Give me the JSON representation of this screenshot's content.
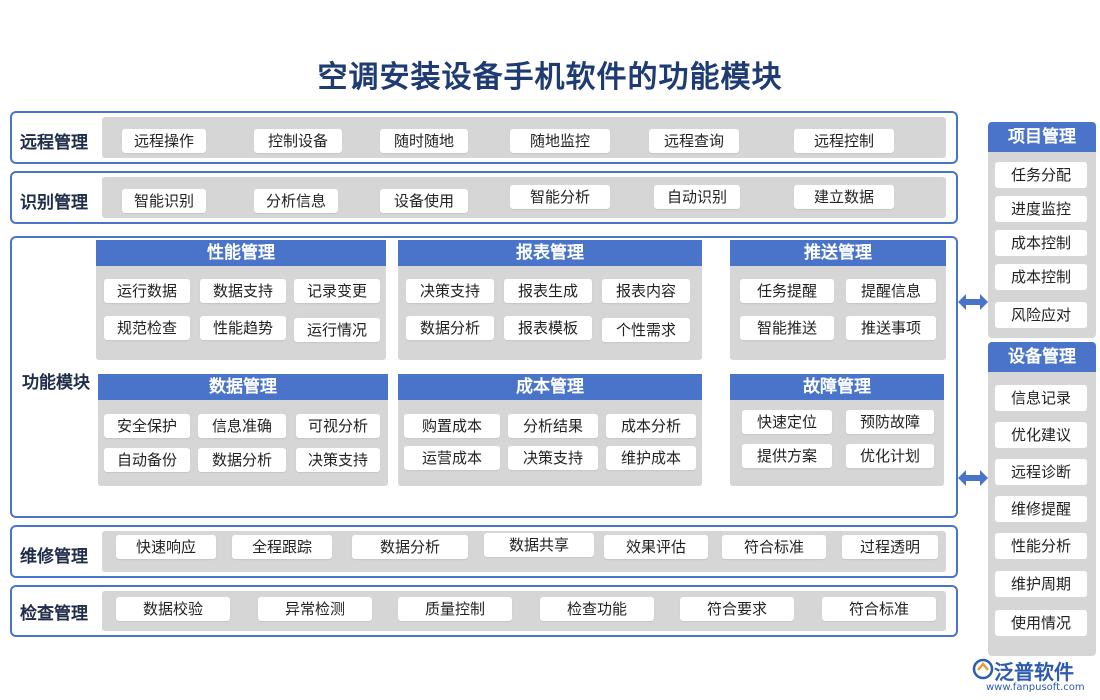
{
  "title": "空调安装设备手机软件的功能模块",
  "rows": {
    "remote": {
      "label": "远程管理",
      "items": [
        "远程操作",
        "控制设备",
        "随时随地",
        "随地监控",
        "远程查询",
        "远程控制"
      ]
    },
    "recognition": {
      "label": "识别管理",
      "items": [
        "智能识别",
        "分析信息",
        "设备使用",
        "智能分析",
        "自动识别",
        "建立数据"
      ]
    },
    "repair": {
      "label": "维修管理",
      "items": [
        "快速响应",
        "全程跟踪",
        "数据分析",
        "数据共享",
        "效果评估",
        "符合标准",
        "过程透明"
      ]
    },
    "inspection": {
      "label": "检查管理",
      "items": [
        "数据校验",
        "异常检测",
        "质量控制",
        "检查功能",
        "符合要求",
        "符合标准"
      ]
    }
  },
  "function_module": {
    "label": "功能模块",
    "groups": [
      {
        "title": "性能管理",
        "items": [
          "运行数据",
          "数据支持",
          "记录变更",
          "规范检查",
          "性能趋势",
          "运行情况"
        ]
      },
      {
        "title": "报表管理",
        "items": [
          "决策支持",
          "报表生成",
          "报表内容",
          "数据分析",
          "报表模板",
          "个性需求"
        ]
      },
      {
        "title": "推送管理",
        "items": [
          "任务提醒",
          "提醒信息",
          "智能推送",
          "推送事项"
        ]
      },
      {
        "title": "数据管理",
        "items": [
          "安全保护",
          "信息准确",
          "可视分析",
          "自动备份",
          "数据分析",
          "决策支持"
        ]
      },
      {
        "title": "成本管理",
        "items": [
          "购置成本",
          "分析结果",
          "成本分析",
          "运营成本",
          "决策支持",
          "维护成本"
        ]
      },
      {
        "title": "故障管理",
        "items": [
          "快速定位",
          "预防故障",
          "提供方案",
          "优化计划"
        ]
      }
    ]
  },
  "side": {
    "project": {
      "title": "项目管理",
      "items": [
        "任务分配",
        "进度监控",
        "成本控制",
        "成本控制",
        "风险应对"
      ]
    },
    "equipment": {
      "title": "设备管理",
      "items": [
        "信息记录",
        "优化建议",
        "远程诊断",
        "维修提醒",
        "性能分析",
        "维护周期",
        "使用情况"
      ]
    }
  },
  "logo": {
    "name": "泛普软件",
    "url": "www.fanpusoft.com"
  },
  "colors": {
    "accent": "#4a74c9",
    "strip": "#d6d6d6",
    "title": "#1f3b73"
  }
}
